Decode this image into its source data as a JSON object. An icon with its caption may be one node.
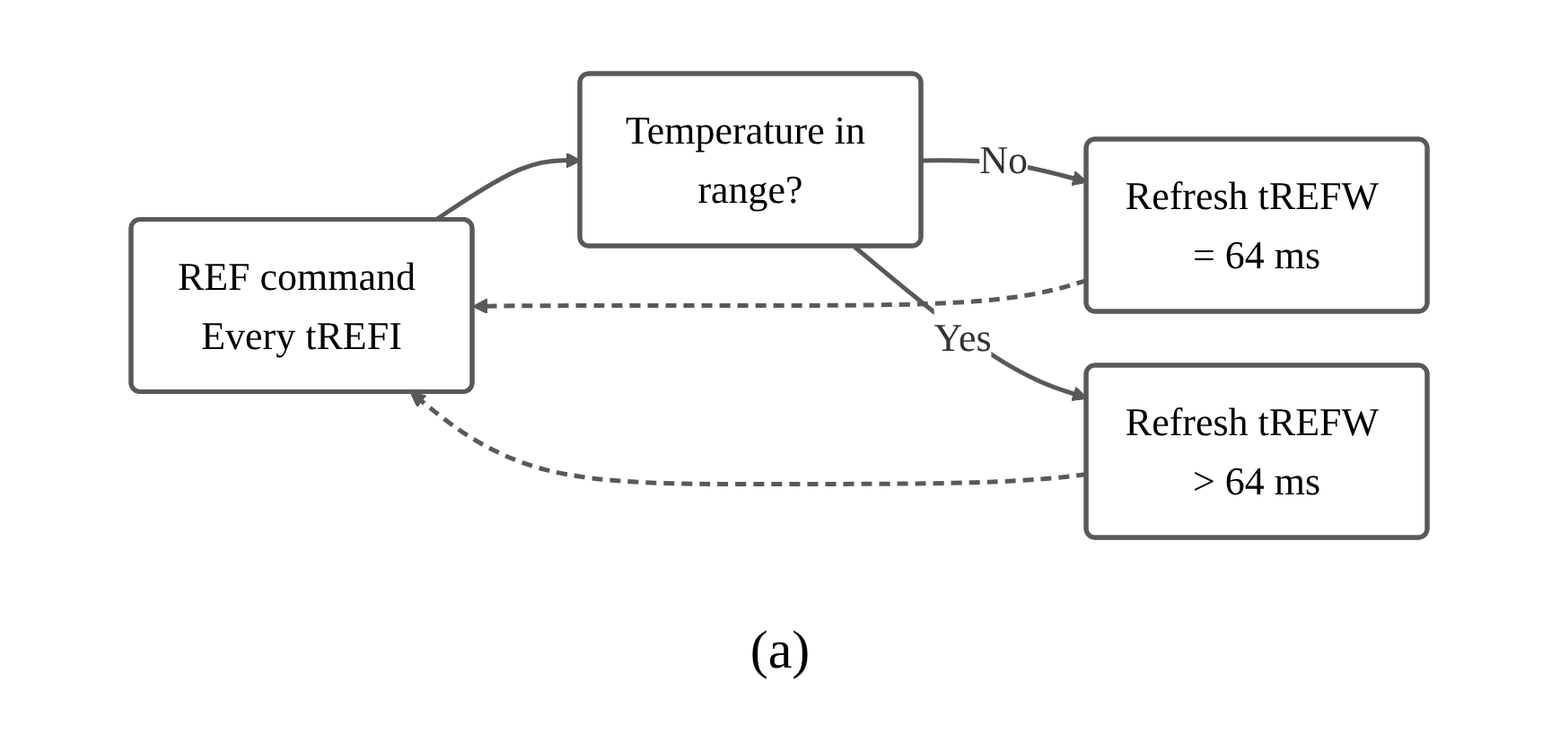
{
  "diagram": {
    "caption": "(a)",
    "nodes": [
      {
        "text": [
          "REF command Every tREFI"
        ]
      },
      {
        "text": [
          "Temperature in range?"
        ]
      },
      {
        "text": [
          "Refresh tREFW = 64 ms"
        ]
      },
      {
        "text": [
          "Refresh tREFW > 64 ms"
        ]
      }
    ],
    "edges": [
      {
        "from": 0,
        "to": 1,
        "arrow": "to"
      },
      {
        "from": 1,
        "to": 2,
        "arrow": "to",
        "label": "No"
      },
      {
        "from": 1,
        "to": 3,
        "arrow": "to",
        "label": "Yes"
      },
      {
        "from": 2,
        "to": 0,
        "arrow": "to",
        "style": "dashed"
      },
      {
        "from": 3,
        "to": 0,
        "arrow": "to",
        "style": "dashed"
      }
    ]
  }
}
